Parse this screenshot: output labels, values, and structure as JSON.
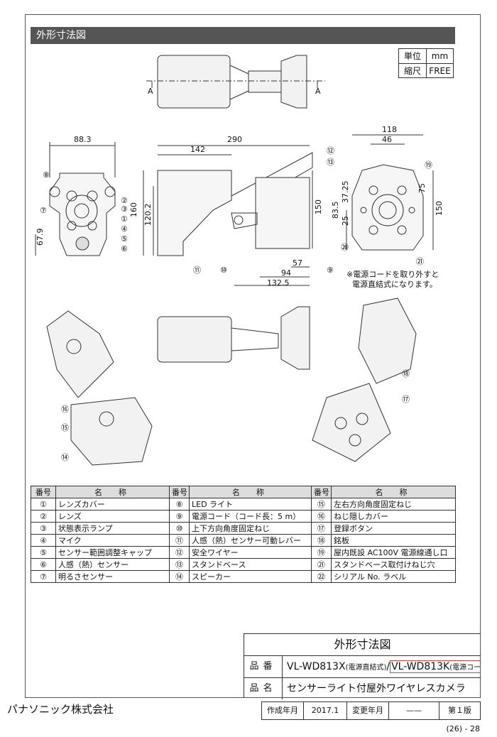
{
  "header": {
    "section_title": "外形寸法図"
  },
  "scale_box": {
    "unit_label": "単位",
    "unit_value": "mm",
    "scale_label": "縮尺",
    "scale_value": "FREE"
  },
  "drawing": {
    "section_marker": "A",
    "dimensions": [
      "88.3",
      "290",
      "142",
      "118",
      "46",
      "160",
      "120.2",
      "67.9",
      "150",
      "83.5",
      "37.25",
      "25",
      "75",
      "150",
      "57",
      "94",
      "132.5"
    ],
    "callouts": [
      "①",
      "②",
      "③",
      "④",
      "⑤",
      "⑥",
      "⑦",
      "⑧",
      "⑨",
      "⑩",
      "⑪",
      "⑫",
      "⑬",
      "⑭",
      "⑮",
      "⑯",
      "⑰",
      "⑱",
      "⑲",
      "⑳",
      "㉑"
    ],
    "note_line1": "※電源コードを取り外すと",
    "note_line2": "電源直結式になります。"
  },
  "parts_table": {
    "header_no": "番号",
    "header_name": "名　称",
    "rows": [
      [
        "①",
        "レンズカバー",
        "⑧",
        "LED ライト",
        "⑮",
        "左右方向角度固定ねじ"
      ],
      [
        "②",
        "レンズ",
        "⑨",
        "電源コード（コード長：5 m）",
        "⑯",
        "ねじ隠しカバー"
      ],
      [
        "③",
        "状態表示ランプ",
        "⑩",
        "上下方向角度固定ねじ",
        "⑰",
        "登録ボタン"
      ],
      [
        "④",
        "マイク",
        "⑪",
        "人感（熱）センサー可動レバー",
        "⑱",
        "銘板"
      ],
      [
        "⑤",
        "センサー範囲調整キャップ",
        "⑫",
        "安全ワイヤー",
        "⑲",
        "屋内既設 AC100V 電源線通し口"
      ],
      [
        "⑥",
        "人感（熱）センサー",
        "⑬",
        "スタンドベース",
        "㉑",
        "スタンドベース取付けねじ穴"
      ],
      [
        "⑦",
        "明るさセンサー",
        "⑭",
        "スピーカー",
        "㉒",
        "シリアル No. ラベル"
      ]
    ]
  },
  "title_block": {
    "title": "外形寸法図",
    "model_label": "品番",
    "model_a": "VL-WD813X",
    "model_a_note": "(電源直結式)",
    "separator": "/",
    "model_b": "VL-WD813K",
    "model_b_note": "(電源コード式)",
    "name_label": "品名",
    "name_value": "センサーライト付屋外ワイヤレスカメラ"
  },
  "footer": {
    "company": "パナソニック株式会社",
    "created_label": "作成年月",
    "created_value": "2017.1",
    "changed_label": "変更年月",
    "changed_value": "——",
    "edition": "第１版",
    "page": "(26) - 28"
  }
}
